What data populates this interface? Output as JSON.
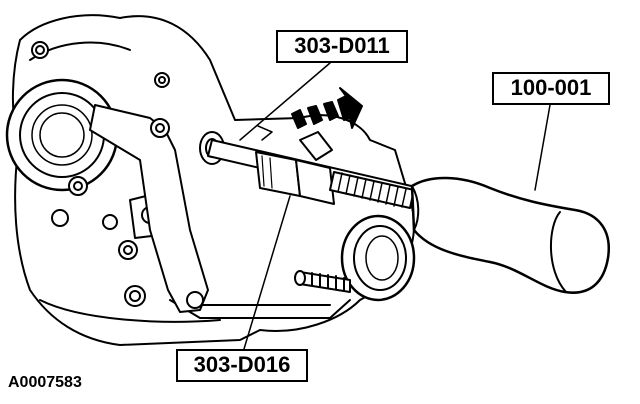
{
  "figure": {
    "id": "A0007583"
  },
  "callouts": {
    "tool_303_d011": "303-D011",
    "tool_100_001": "100-001",
    "tool_303_d016": "303-D016"
  },
  "icons": {
    "direction_arrow": "bold-right-arrow-icon"
  },
  "colors": {
    "line": "#000000",
    "background": "#ffffff"
  }
}
